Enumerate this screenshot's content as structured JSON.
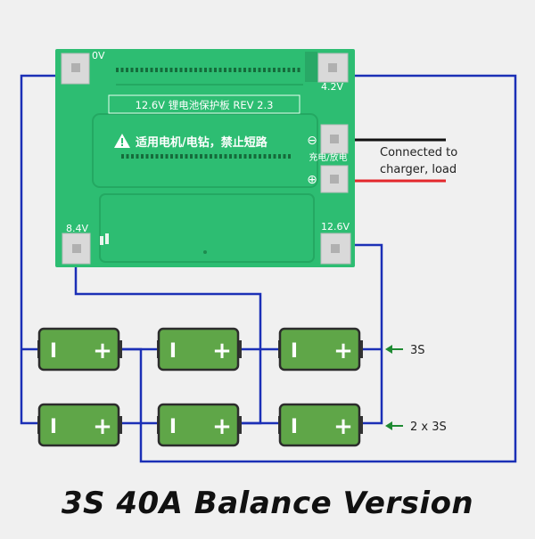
{
  "board": {
    "title": "12.6V 锂电池保护板 REV 2.3",
    "warning": "适用电机/电钻，禁止短路",
    "pad_0v": "0V",
    "pad_42v": "4.2V",
    "pad_84v": "8.4V",
    "pad_126v": "12.6V",
    "charge_discharge": "充电/放电",
    "minus_symbol": "⊖",
    "plus_symbol": "⊕"
  },
  "annotations": {
    "connected_line1": "Connected to",
    "connected_line2": "charger, load",
    "label_3s": "3S",
    "label_2x3s": "2 x 3S"
  },
  "battery": {
    "neg_symbol": "I",
    "pos_symbol": "+"
  },
  "caption": "3S 40A Balance Version",
  "colors": {
    "pcb": "#2dbd72",
    "wire": "#1b2fb6",
    "battery": "#5fa648",
    "arrow": "#1e8a32",
    "load_red": "#e3272b",
    "load_black": "#111111"
  }
}
